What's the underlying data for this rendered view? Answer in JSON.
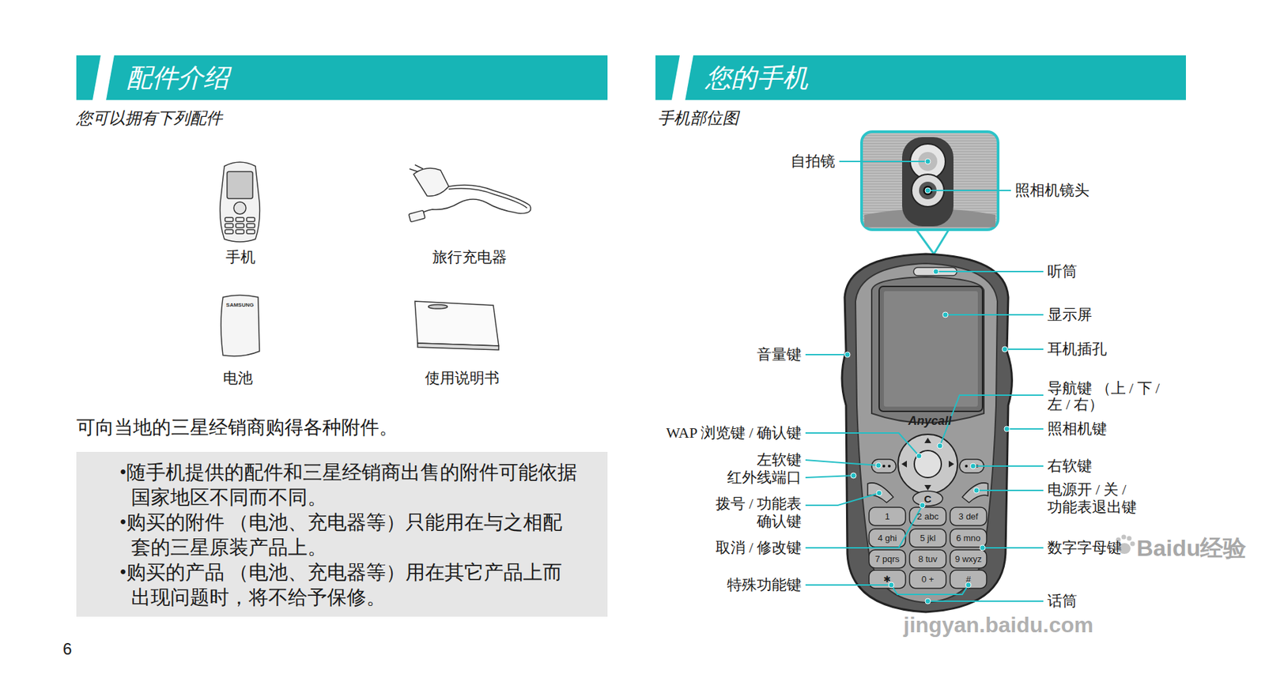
{
  "diagram": {
    "nodes": [
      {
        "text": [
          "配件介绍"
        ]
      },
      {
        "text": [
          "您的手机"
        ]
      },
      {
        "text": [
          "•随手机提供的配件和三星经销商出售的附件可能依据国家地区不同而不同。",
          "•购买的附件 （电池、充电器等）只能用在与之相配套的三星原装产品上。",
          "•购买的产品 （电池、充电器等）用在其它产品上而出现问题时，将不给予保修。"
        ]
      }
    ],
    "labels": [
      "您可以拥有下列配件",
      "手机",
      "旅行充电器",
      "电池",
      "使用说明书",
      "可向当地的三星经销商购得各种附件。",
      "6",
      "手机部位图",
      "自拍镜",
      "照相机镜头",
      "听筒",
      "显示屏",
      "音量键",
      "耳机插孔",
      "导航键 （上 / 下 / 左 / 右）",
      "照相机键",
      "WAP 浏览键 / 确认键",
      "左软键",
      "右软键",
      "红外线端口",
      "电源开 / 关 / 功能表退出键",
      "拨号 / 功能表 确认键",
      "数字字母键",
      "取消 / 修改键",
      "特殊功能键",
      "话筒",
      "Anycall",
      "C",
      "1",
      "2 abc",
      "3 def",
      "4 ghi",
      "5 jkl",
      "6 mno",
      "7 pqrs",
      "8 tuv",
      "9 wxyz",
      "✱",
      "0 +",
      "#",
      "SAMSUNG",
      "Baidu经验",
      "jingyan.baidu.com"
    ]
  }
}
